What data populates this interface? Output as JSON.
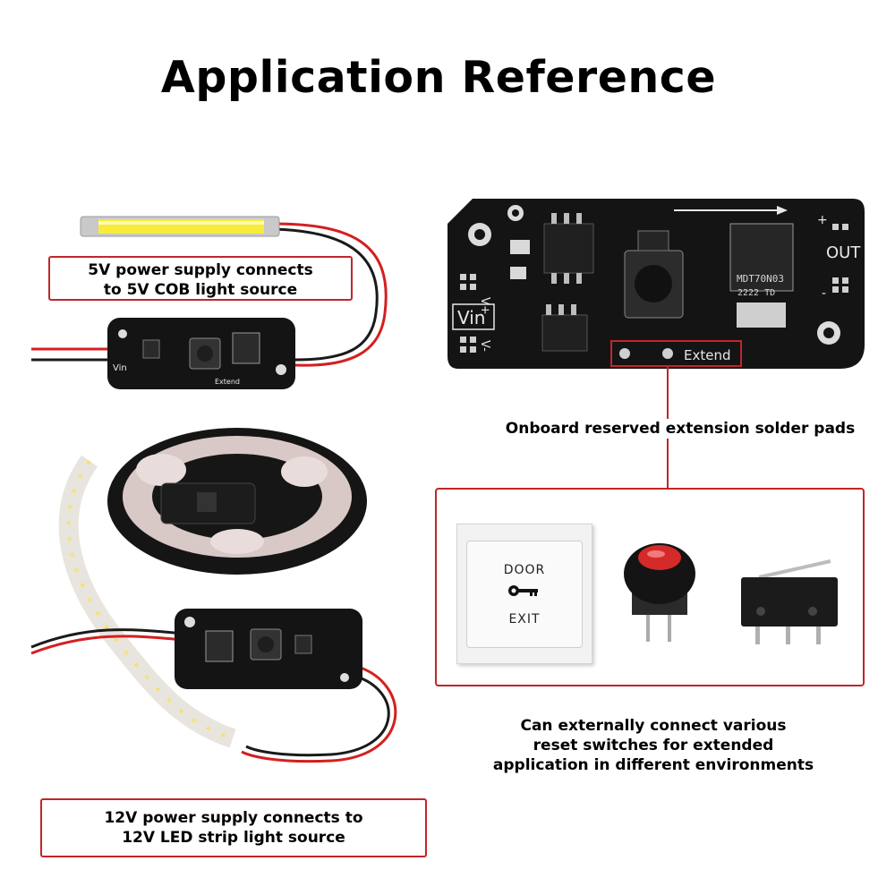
{
  "title": "Application Reference",
  "callouts": {
    "cob": {
      "line1": "5V power supply connects",
      "line2": "to 5V COB light source"
    },
    "strip": {
      "line1": "12V power supply connects to",
      "line2": "12V LED strip light source"
    }
  },
  "board_labels": {
    "vin": "Vin",
    "vplus": "V+",
    "vminus": "V-",
    "out": "OUT",
    "extend": "Extend",
    "chip": "MDT70N03",
    "chip_code": "2222 TD",
    "plus": "+",
    "minus": "-"
  },
  "extension_label": "Onboard reserved extension solder pads",
  "switches": {
    "door": {
      "line1": "DOOR",
      "line2": "EXIT"
    }
  },
  "reset_caption": {
    "line1": "Can externally connect various",
    "line2": "reset switches for extended",
    "line3": "application in different environments"
  },
  "colors": {
    "accent_red": "#c0262b",
    "pcb_black": "#141414",
    "silk_white": "#e8e8e8",
    "wire_red": "#d41f1f",
    "wire_black": "#1a1a1a"
  }
}
